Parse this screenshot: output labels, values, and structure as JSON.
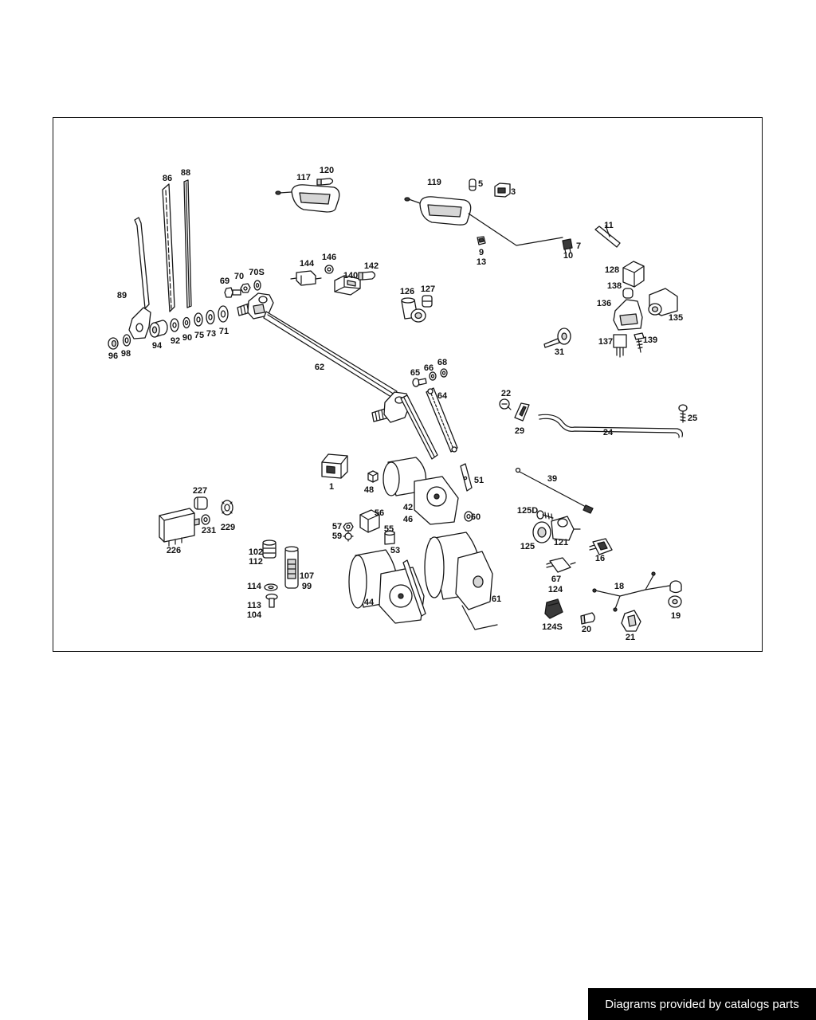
{
  "diagram": {
    "callouts": [
      "86",
      "88",
      "89",
      "96",
      "98",
      "94",
      "92",
      "90",
      "75",
      "73",
      "71",
      "69",
      "70",
      "70S",
      "117",
      "120",
      "119",
      "5",
      "3",
      "11",
      "7",
      "10",
      "9",
      "13",
      "144",
      "146",
      "142",
      "140",
      "126",
      "127",
      "128",
      "138",
      "136",
      "135",
      "137",
      "139",
      "31",
      "62",
      "65",
      "66",
      "68",
      "64",
      "22",
      "29",
      "24",
      "25",
      "1",
      "48",
      "51",
      "39",
      "227",
      "226",
      "231",
      "229",
      "42",
      "46",
      "56",
      "60",
      "125D",
      "57",
      "59",
      "55",
      "125",
      "121",
      "16",
      "102",
      "112",
      "107",
      "99",
      "53",
      "44",
      "61",
      "67",
      "124",
      "114",
      "113",
      "104",
      "18",
      "19",
      "124S",
      "20",
      "21"
    ]
  },
  "footer": {
    "credit": "Diagrams provided by catalogs parts"
  }
}
